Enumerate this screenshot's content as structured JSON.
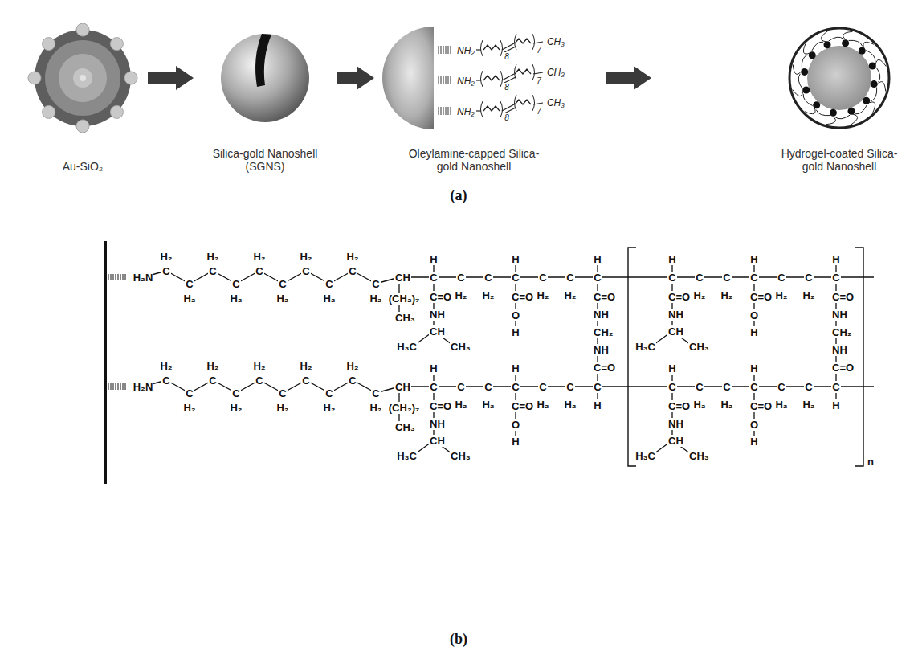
{
  "diagram": {
    "nodes": [
      {
        "text": [
          "Au-SiO₂"
        ]
      },
      {
        "text": [
          "Silica-gold Nanoshell (SGNS)"
        ]
      },
      {
        "text": [
          "Oleylamine-capped Silica-gold Nanoshell"
        ]
      },
      {
        "text": [
          "Hydrogel-coated Silica-gold Nanoshell"
        ]
      }
    ],
    "edges": [
      {
        "from": 0,
        "to": 1,
        "arrow": "to"
      },
      {
        "from": 1,
        "to": 2,
        "arrow": "to"
      },
      {
        "from": 2,
        "to": 3,
        "arrow": "to"
      }
    ],
    "labels": [
      "(a)",
      "(b)",
      "NH₂",
      "8",
      "7",
      "CH₃",
      "NH₂",
      "8",
      "7",
      "CH₃",
      "NH₂",
      "8",
      "7",
      "CH₃",
      "H₂N",
      "C",
      "H₂",
      "C",
      "H₂",
      "C",
      "H₂",
      "C",
      "H₂",
      "C",
      "H₂",
      "C",
      "H₂",
      "C",
      "H₂",
      "C",
      "H₂",
      "C",
      "H₂",
      "C",
      "H₂",
      "CH",
      "(CH₂)₇",
      "CH₃",
      "H",
      "C",
      "C=O",
      "NH",
      "CH",
      "H₃C",
      "CH₃",
      "C",
      "H₂",
      "C",
      "H₂",
      "H",
      "C",
      "C=O",
      "O",
      "H",
      "C",
      "H₂",
      "C",
      "H₂",
      "C",
      "H",
      "H",
      "C",
      "C=O",
      "NH",
      "CH",
      "H₃C",
      "CH₃",
      "C",
      "H₂",
      "C",
      "H₂",
      "H",
      "C",
      "C=O",
      "O",
      "H",
      "C",
      "H₂",
      "C",
      "H₂",
      "C",
      "H",
      "C=O",
      "NH",
      "CH₂",
      "NH",
      "C=O",
      "C=O",
      "NH",
      "CH₂",
      "NH",
      "C=O",
      "H₂N",
      "C",
      "H₂",
      "C",
      "H₂",
      "C",
      "H₂",
      "C",
      "H₂",
      "C",
      "H₂",
      "C",
      "H₂",
      "C",
      "H₂",
      "C",
      "H₂",
      "C",
      "H₂",
      "C",
      "H₂",
      "CH",
      "(CH₂)₇",
      "CH₃",
      "H",
      "C",
      "C=O",
      "NH",
      "CH",
      "H₃C",
      "CH₃",
      "C",
      "H₂",
      "C",
      "H₂",
      "H",
      "C",
      "C=O",
      "O",
      "H",
      "C",
      "H₂",
      "C",
      "H₂",
      "C",
      "H",
      "H",
      "C",
      "C=O",
      "NH",
      "CH",
      "H₃C",
      "CH₃",
      "C",
      "H₂",
      "C",
      "H₂",
      "H",
      "C",
      "C=O",
      "O",
      "H",
      "C",
      "H₂",
      "C",
      "H₂",
      "C",
      "H",
      "n"
    ]
  }
}
